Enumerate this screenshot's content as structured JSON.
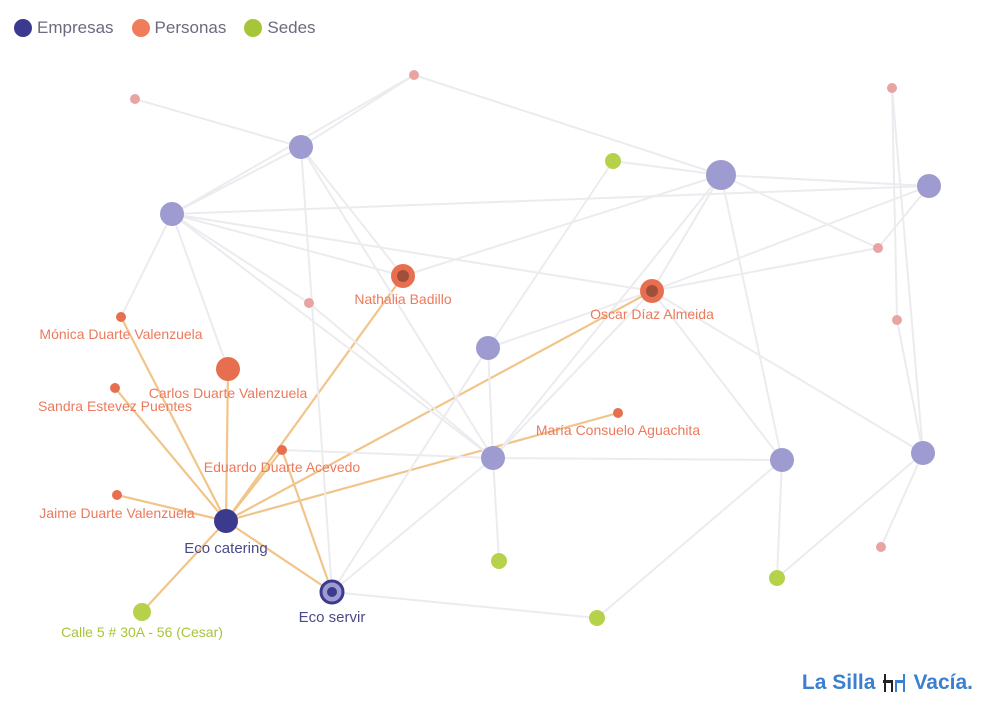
{
  "legend": {
    "items": [
      {
        "label": "Empresas",
        "color": "#3b3a8f"
      },
      {
        "label": "Personas",
        "color": "#f07c5a"
      },
      {
        "label": "Sedes",
        "color": "#a6c63a"
      }
    ]
  },
  "colors": {
    "empresa_faded": "#9d9bcf",
    "empresa": "#3b3a8f",
    "persona": "#e76f4f",
    "persona_faded": "#e9a3a3",
    "sede": "#b5d24a",
    "edge": "#ecebef",
    "edge_highlight": "#f1c58a",
    "empresa_label": "#4a4a8a",
    "persona_label": "#ec7a5c",
    "sede_label": "#a6c63a"
  },
  "nodes": [
    {
      "id": "eco-catering",
      "label": "Eco catering",
      "type": "empresa-main"
    },
    {
      "id": "eco-servir",
      "label": "Eco servir",
      "type": "empresa-secondary"
    },
    {
      "id": "calle5",
      "label": "Calle 5 # 30A - 56 (Cesar)",
      "type": "sede-highlight"
    },
    {
      "id": "nathalia",
      "label": "Nathalia Badillo",
      "type": "persona-photo"
    },
    {
      "id": "oscar",
      "label": "Oscar Díaz Almeida",
      "type": "persona-photo"
    },
    {
      "id": "carlos",
      "label": "Carlos Duarte Valenzuela",
      "type": "persona-big"
    },
    {
      "id": "monica",
      "label": "Mónica Duarte Valenzuela",
      "type": "persona-small"
    },
    {
      "id": "sandra",
      "label": "Sandra Estevez Puentes",
      "type": "persona-small"
    },
    {
      "id": "eduardo",
      "label": "Eduardo Duarte Acevedo",
      "type": "persona-small"
    },
    {
      "id": "jaime",
      "label": "Jaime Duarte Valenzuela",
      "type": "persona-small"
    },
    {
      "id": "maria",
      "label": "María Consuelo Aguachita",
      "type": "persona-small"
    },
    {
      "id": "e1",
      "label": "",
      "type": "empresa-faded"
    },
    {
      "id": "e2",
      "label": "",
      "type": "empresa-faded"
    },
    {
      "id": "e3",
      "label": "",
      "type": "empresa-faded-big"
    },
    {
      "id": "e4",
      "label": "",
      "type": "empresa-faded"
    },
    {
      "id": "e5",
      "label": "",
      "type": "empresa-faded"
    },
    {
      "id": "e6",
      "label": "",
      "type": "empresa-faded"
    },
    {
      "id": "e7",
      "label": "",
      "type": "empresa-faded"
    },
    {
      "id": "e8",
      "label": "",
      "type": "empresa-faded"
    },
    {
      "id": "s1",
      "label": "",
      "type": "sede"
    },
    {
      "id": "s2",
      "label": "",
      "type": "sede"
    },
    {
      "id": "s3",
      "label": "",
      "type": "sede"
    },
    {
      "id": "s4",
      "label": "",
      "type": "sede"
    },
    {
      "id": "p1",
      "label": "",
      "type": "persona-faded"
    },
    {
      "id": "p2",
      "label": "",
      "type": "persona-faded"
    },
    {
      "id": "p3",
      "label": "",
      "type": "persona-faded"
    },
    {
      "id": "p4",
      "label": "",
      "type": "persona-faded"
    },
    {
      "id": "p5",
      "label": "",
      "type": "persona-faded"
    },
    {
      "id": "p6",
      "label": "",
      "type": "persona-faded"
    },
    {
      "id": "p7",
      "label": "",
      "type": "persona-faded"
    }
  ],
  "edges": [
    [
      "eco-catering",
      "carlos",
      true
    ],
    [
      "eco-catering",
      "monica",
      true
    ],
    [
      "eco-catering",
      "sandra",
      true
    ],
    [
      "eco-catering",
      "eduardo",
      true
    ],
    [
      "eco-catering",
      "jaime",
      true
    ],
    [
      "eco-catering",
      "nathalia",
      true
    ],
    [
      "eco-catering",
      "oscar",
      true
    ],
    [
      "eco-catering",
      "maria",
      true
    ],
    [
      "eco-catering",
      "calle5",
      true
    ],
    [
      "eco-catering",
      "eco-servir",
      true
    ],
    [
      "eco-servir",
      "eduardo",
      true
    ],
    [
      "e1",
      "p2",
      false
    ],
    [
      "e1",
      "p1",
      false
    ],
    [
      "e1",
      "e2",
      false
    ],
    [
      "e1",
      "nathalia",
      false
    ],
    [
      "e1",
      "e6",
      false
    ],
    [
      "e2",
      "p1",
      false
    ],
    [
      "e2",
      "nathalia",
      false
    ],
    [
      "e2",
      "oscar",
      false
    ],
    [
      "e2",
      "e6",
      false
    ],
    [
      "e2",
      "e4",
      false
    ],
    [
      "p1",
      "e3",
      false
    ],
    [
      "e3",
      "s1",
      false
    ],
    [
      "e3",
      "nathalia",
      false
    ],
    [
      "e3",
      "oscar",
      false
    ],
    [
      "e3",
      "e7",
      false
    ],
    [
      "e3",
      "e6",
      false
    ],
    [
      "e3",
      "p4",
      false
    ],
    [
      "e4",
      "p4",
      false
    ],
    [
      "e4",
      "e3",
      false
    ],
    [
      "e4",
      "oscar",
      false
    ],
    [
      "oscar",
      "p4",
      false
    ],
    [
      "oscar",
      "e7",
      false
    ],
    [
      "oscar",
      "e8",
      false
    ],
    [
      "oscar",
      "e6",
      false
    ],
    [
      "p3",
      "e8",
      false
    ],
    [
      "p3",
      "p6",
      false
    ],
    [
      "p6",
      "e8",
      false
    ],
    [
      "e8",
      "p7",
      false
    ],
    [
      "e8",
      "s2",
      false
    ],
    [
      "e7",
      "s2",
      false
    ],
    [
      "e7",
      "s4",
      false
    ],
    [
      "e6",
      "s3",
      false
    ],
    [
      "e6",
      "e7",
      false
    ],
    [
      "e6",
      "eduardo",
      false
    ],
    [
      "e5",
      "e6",
      false
    ],
    [
      "e5",
      "oscar",
      false
    ],
    [
      "e5",
      "eco-servir",
      false
    ],
    [
      "s1",
      "e5",
      false
    ],
    [
      "eco-servir",
      "s4",
      false
    ],
    [
      "eco-servir",
      "e6",
      false
    ],
    [
      "e2",
      "monica",
      false
    ],
    [
      "e2",
      "carlos",
      false
    ],
    [
      "e1",
      "eco-servir",
      false
    ],
    [
      "p5",
      "e6",
      false
    ],
    [
      "p5",
      "e2",
      false
    ]
  ],
  "brand": {
    "text_left": "La Silla",
    "text_right": "Vacía."
  }
}
